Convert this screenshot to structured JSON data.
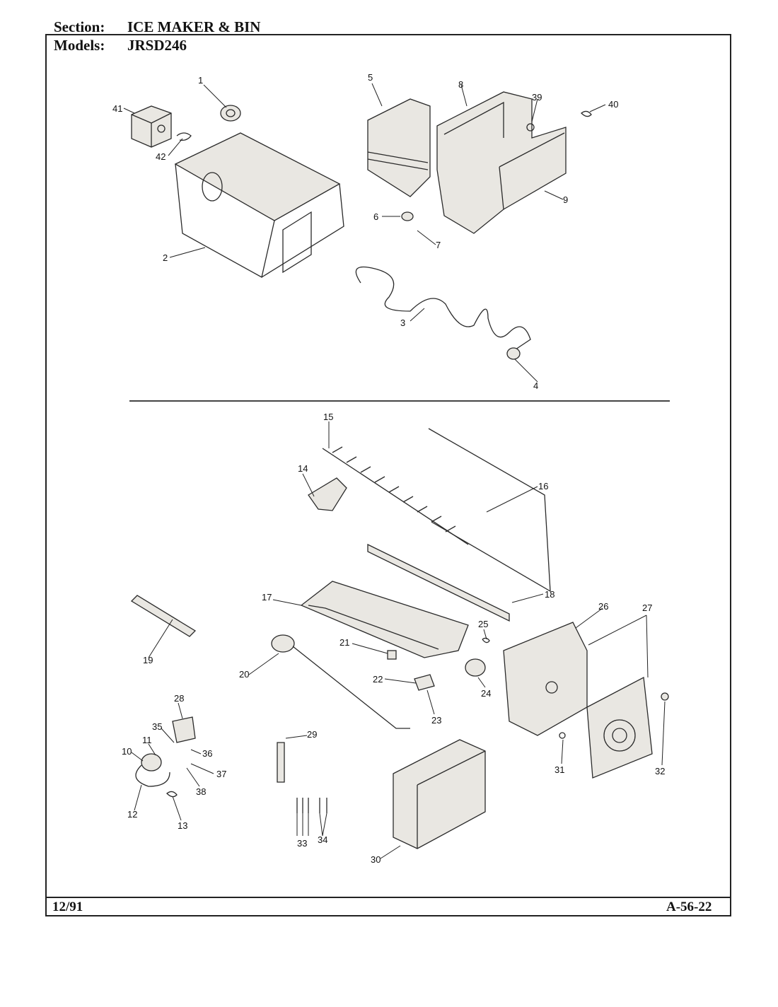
{
  "header": {
    "section_label": "Section:",
    "section_value": "ICE MAKER & BIN",
    "models_label": "Models:",
    "models_value": "JRSD246"
  },
  "footer": {
    "date": "12/91",
    "page_code": "A-56-22"
  },
  "callouts": [
    "1",
    "2",
    "3",
    "4",
    "5",
    "6",
    "7",
    "8",
    "9",
    "10",
    "11",
    "12",
    "13",
    "14",
    "15",
    "16",
    "17",
    "18",
    "19",
    "20",
    "21",
    "22",
    "23",
    "24",
    "25",
    "26",
    "27",
    "28",
    "29",
    "30",
    "31",
    "32",
    "33",
    "34",
    "35",
    "36",
    "37",
    "38",
    "39",
    "40",
    "41",
    "42"
  ]
}
